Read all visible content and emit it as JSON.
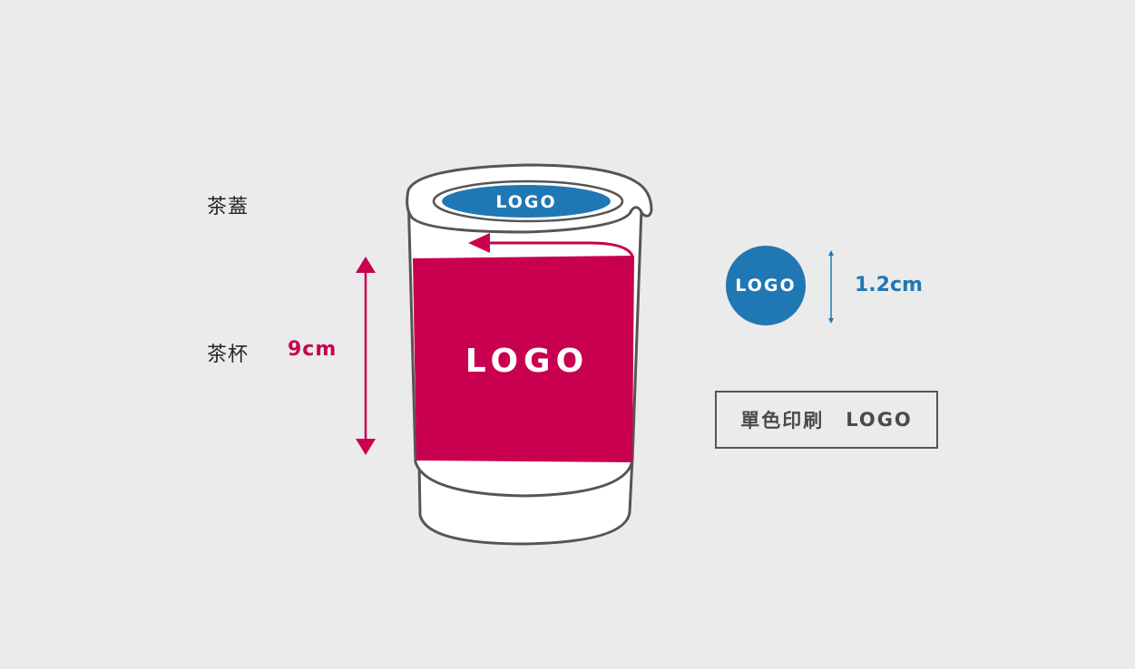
{
  "labels": {
    "lid": "茶蓋",
    "cup": "茶杯",
    "cup_height": "9cm"
  },
  "cup": {
    "lid_logo": "LOGO",
    "band_logo": "LOGO"
  },
  "logo_spec": {
    "logo_text": "LOGO",
    "size": "1.2cm"
  },
  "print_note": {
    "type": "單色印刷",
    "logo": "LOGO"
  },
  "colors": {
    "background": "#ebebeb",
    "band": "#c8004f",
    "logo_blue": "#1f78b4",
    "outline": "#555555"
  }
}
